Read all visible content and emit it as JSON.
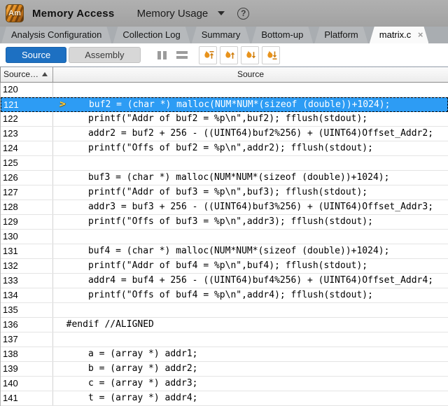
{
  "header": {
    "app_icon_label": "Am",
    "title": "Memory Access",
    "view_selector": "Memory Usage",
    "help_glyph": "?"
  },
  "tabbar": {
    "tabs": [
      "Analysis Configuration",
      "Collection Log",
      "Summary",
      "Bottom-up",
      "Platform"
    ],
    "active_tab": {
      "label": "matrix.c",
      "close_glyph": "×"
    }
  },
  "toolbar": {
    "source_label": "Source",
    "assembly_label": "Assembly",
    "icons": [
      "pause-icon",
      "horizontal-lines-icon",
      "hotspot-first-up-icon",
      "hotspot-prev-up-icon",
      "hotspot-next-down-icon",
      "hotspot-last-down-icon"
    ]
  },
  "grid": {
    "columns": [
      {
        "label": "Source…",
        "sort": "asc"
      },
      {
        "label": "Source"
      }
    ],
    "current_marker": ">",
    "rows": [
      {
        "line": "120",
        "code": ""
      },
      {
        "line": "121",
        "code": "      buf2 = (char *) malloc(NUM*NUM*(sizeof (double))+1024);",
        "current": true
      },
      {
        "line": "122",
        "code": "      printf(\"Addr of buf2 = %p\\n\",buf2); fflush(stdout);"
      },
      {
        "line": "123",
        "code": "      addr2 = buf2 + 256 - ((UINT64)buf2%256) + (UINT64)Offset_Addr2;"
      },
      {
        "line": "124",
        "code": "      printf(\"Offs of buf2 = %p\\n\",addr2); fflush(stdout);"
      },
      {
        "line": "125",
        "code": ""
      },
      {
        "line": "126",
        "code": "      buf3 = (char *) malloc(NUM*NUM*(sizeof (double))+1024);"
      },
      {
        "line": "127",
        "code": "      printf(\"Addr of buf3 = %p\\n\",buf3); fflush(stdout);"
      },
      {
        "line": "128",
        "code": "      addr3 = buf3 + 256 - ((UINT64)buf3%256) + (UINT64)Offset_Addr3;"
      },
      {
        "line": "129",
        "code": "      printf(\"Offs of buf3 = %p\\n\",addr3); fflush(stdout);"
      },
      {
        "line": "130",
        "code": ""
      },
      {
        "line": "131",
        "code": "      buf4 = (char *) malloc(NUM*NUM*(sizeof (double))+1024);"
      },
      {
        "line": "132",
        "code": "      printf(\"Addr of buf4 = %p\\n\",buf4); fflush(stdout);"
      },
      {
        "line": "133",
        "code": "      addr4 = buf4 + 256 - ((UINT64)buf4%256) + (UINT64)Offset_Addr4;"
      },
      {
        "line": "134",
        "code": "      printf(\"Offs of buf4 = %p\\n\",addr4); fflush(stdout);"
      },
      {
        "line": "135",
        "code": ""
      },
      {
        "line": "136",
        "code": "  #endif //ALIGNED"
      },
      {
        "line": "137",
        "code": ""
      },
      {
        "line": "138",
        "code": "      a = (array *) addr1;"
      },
      {
        "line": "139",
        "code": "      b = (array *) addr2;"
      },
      {
        "line": "140",
        "code": "      c = (array *) addr3;"
      },
      {
        "line": "141",
        "code": "      t = (array *) addr4;"
      }
    ]
  },
  "colors": {
    "accent_blue": "#1d70c2",
    "selection_blue": "#2d9cf4",
    "flame_orange": "#e8931c",
    "header_gray": "#a8a8a8"
  }
}
